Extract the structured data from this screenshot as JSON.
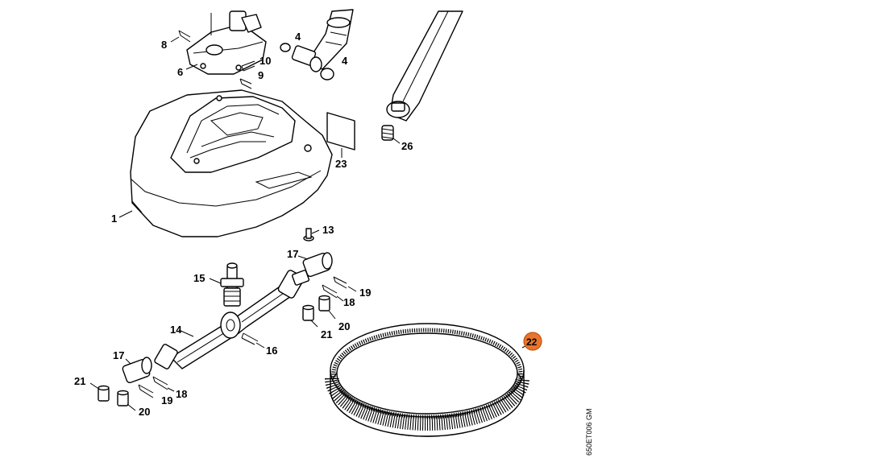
{
  "diagram": {
    "drawing_code": "650ET006 GM",
    "highlight_color": "#e8752a",
    "highlighted_part": "22",
    "labels": {
      "p1": "1",
      "p4a": "4",
      "p4b": "4",
      "p6": "6",
      "p8": "8",
      "p9": "9",
      "p10": "10",
      "p13": "13",
      "p14": "14",
      "p15": "15",
      "p16": "16",
      "p17a": "17",
      "p17b": "17",
      "p18a": "18",
      "p18b": "18",
      "p19a": "19",
      "p19b": "19",
      "p20a": "20",
      "p20b": "20",
      "p21a": "21",
      "p21b": "21",
      "p22": "22",
      "p23": "23",
      "p26": "26"
    }
  }
}
